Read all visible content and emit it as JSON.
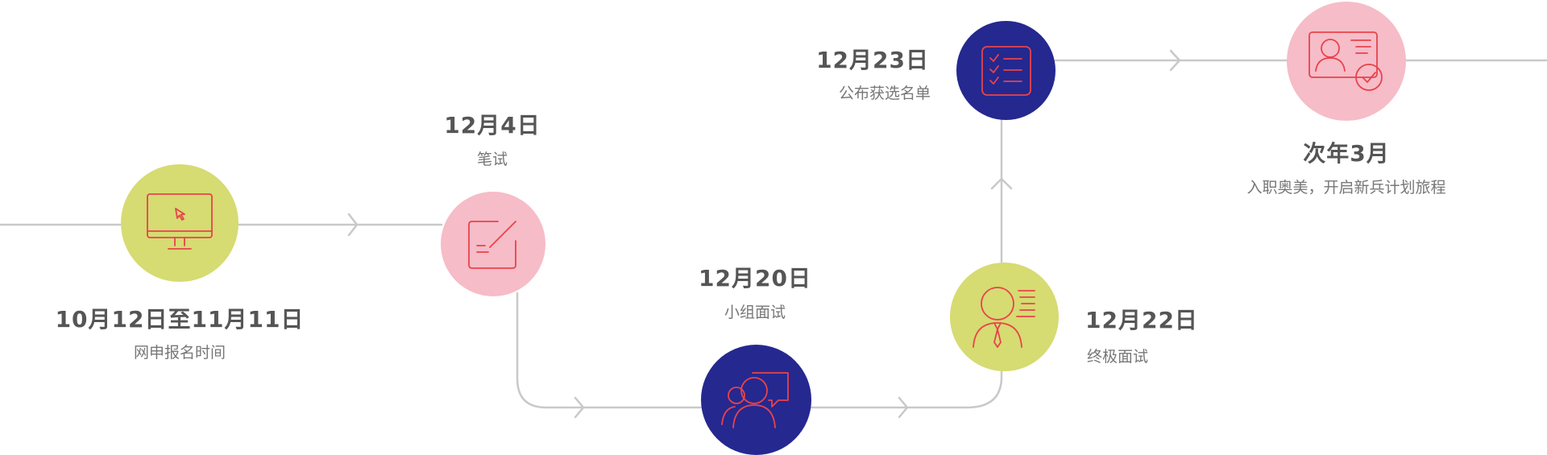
{
  "colors": {
    "line": "#c9c9c9",
    "icon": "#e8434b",
    "lime": "#d6db72",
    "pink": "#f6bcc8",
    "navy": "#25288f",
    "date_text": "#555555",
    "desc_text": "#777777"
  },
  "timeline": [
    {
      "date": "10月12日至11月11日",
      "desc": "网申报名时间",
      "icon": "monitor-cursor-icon",
      "fill": "lime"
    },
    {
      "date": "12月4日",
      "desc": "笔试",
      "icon": "edit-pen-icon",
      "fill": "pink"
    },
    {
      "date": "12月20日",
      "desc": "小组面试",
      "icon": "group-chat-icon",
      "fill": "navy"
    },
    {
      "date": "12月22日",
      "desc": "终极面试",
      "icon": "interviewer-icon",
      "fill": "lime"
    },
    {
      "date": "12月23日",
      "desc": "公布获选名单",
      "icon": "checklist-icon",
      "fill": "navy"
    },
    {
      "date": "次年3月",
      "desc": "入职奥美，开启新兵计划旅程",
      "icon": "id-card-check-icon",
      "fill": "pink"
    }
  ]
}
